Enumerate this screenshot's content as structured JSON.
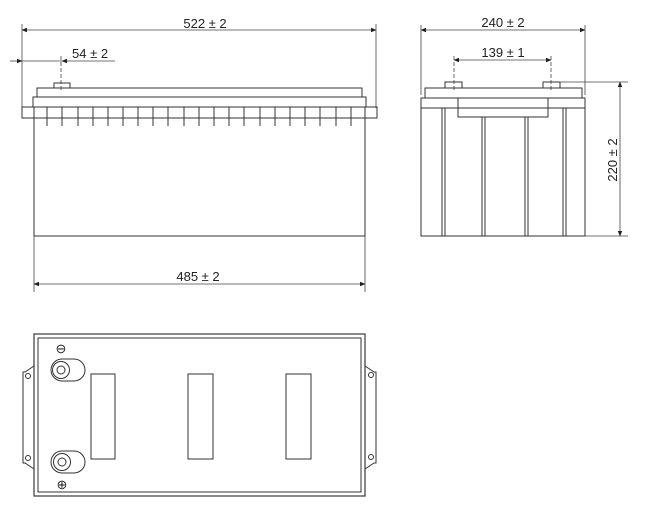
{
  "diagram": {
    "type": "battery-dimension-drawing",
    "views": [
      "front",
      "side",
      "top"
    ],
    "dimensions": {
      "overall_length": "522 ± 2",
      "terminal_offset": "54 ± 2",
      "body_length": "485 ± 2",
      "width": "240 ± 2",
      "terminal_spacing": "139 ± 1",
      "height": "220 ± 2"
    },
    "terminals": {
      "negative_symbol": "⊖",
      "positive_symbol": "⊕"
    },
    "colors": {
      "line": "#333333",
      "background": "#ffffff"
    }
  }
}
